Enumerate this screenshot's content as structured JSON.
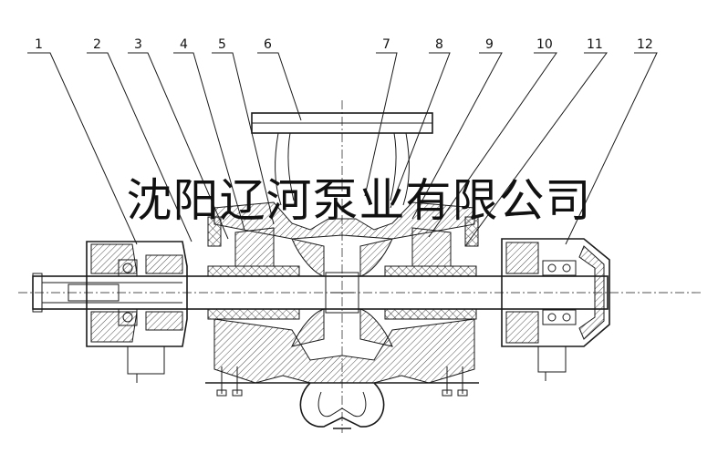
{
  "part_numbers": [
    "1",
    "2",
    "3",
    "4",
    "5",
    "6",
    "7",
    "8",
    "9",
    "10",
    "11",
    "12"
  ],
  "watermark": "沈阳辽河泵业有限公司"
}
